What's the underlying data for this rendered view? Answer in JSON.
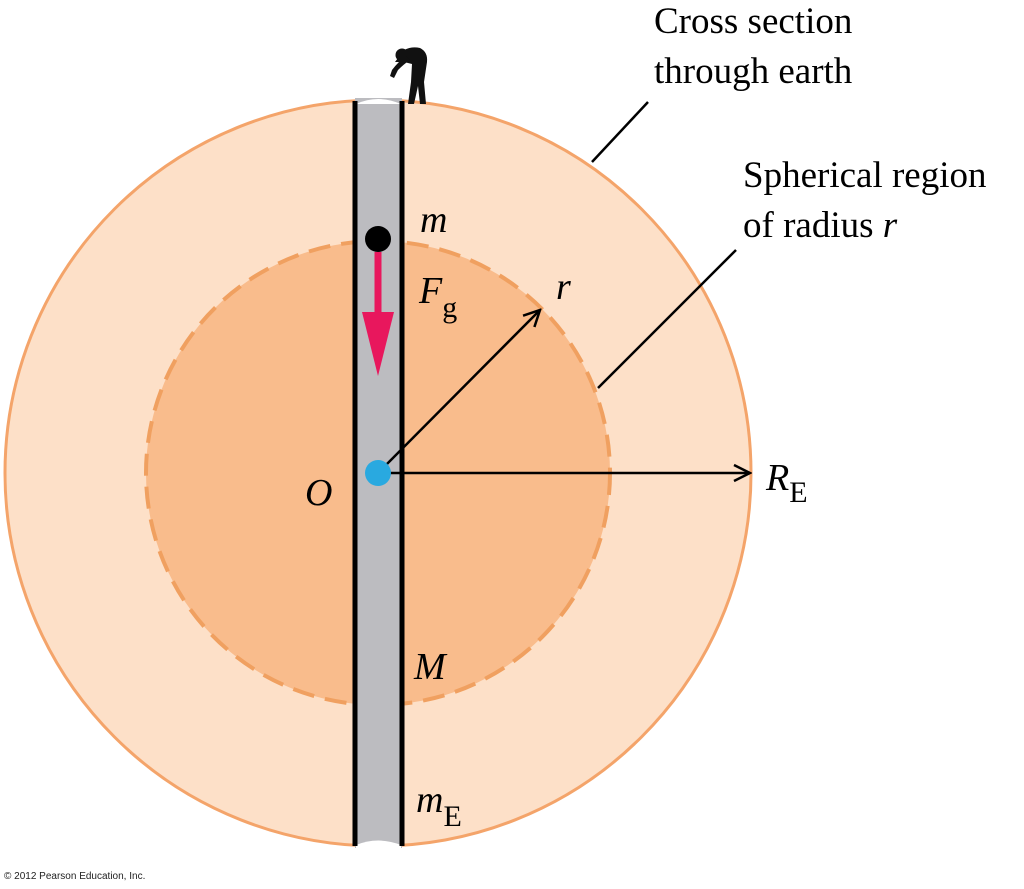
{
  "callouts": {
    "earth_section": [
      "Cross section",
      "through earth"
    ],
    "spherical_region": [
      "Spherical region",
      "of radius "
    ],
    "spherical_region_r": "r"
  },
  "symbols": {
    "small_mass": "m",
    "force": "F",
    "force_sub": "g",
    "radius": "r",
    "earth_radius": "R",
    "earth_radius_sub": "E",
    "center": "O",
    "inner_mass": "M",
    "earth_mass": "m",
    "earth_mass_sub": "E"
  },
  "credit": "© 2012 Pearson Education, Inc.",
  "colors": {
    "earth_outer": "#fde0c8",
    "earth_edge": "#f4a46a",
    "inner_region": "#f9bc8c",
    "inner_edge": "#f0a060",
    "tunnel": "#bcbcc0",
    "force_arrow": "#e8175d",
    "center_dot": "#29a9e0"
  },
  "icons": {
    "person": "person-peering-icon"
  }
}
